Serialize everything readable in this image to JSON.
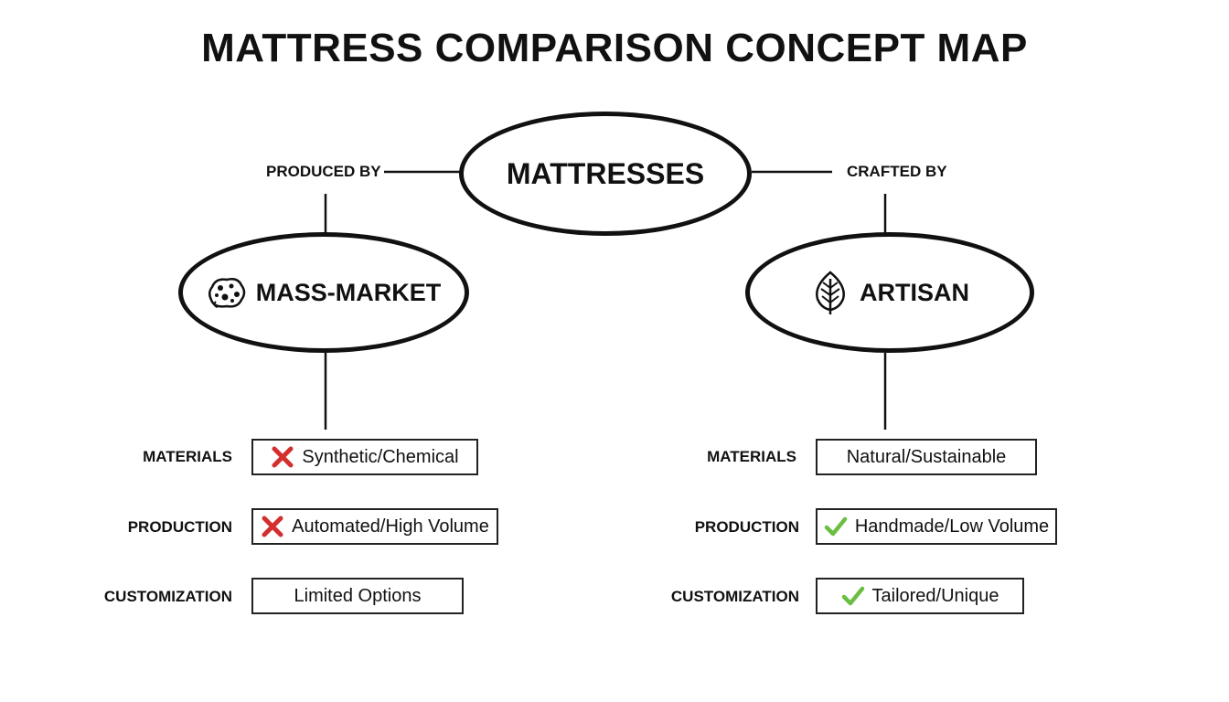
{
  "title": "MATTRESS COMPARISON CONCEPT MAP",
  "root": {
    "label": "MATTRESSES"
  },
  "left": {
    "edge_label": "PRODUCED BY",
    "node": {
      "label": "MASS-MARKET",
      "icon": "sponge-icon"
    },
    "rows": [
      {
        "label": "MATERIALS",
        "value": "Synthetic/Chemical",
        "mark": "x-icon"
      },
      {
        "label": "PRODUCTION",
        "value": "Automated/High Volume",
        "mark": "x-icon"
      },
      {
        "label": "CUSTOMIZATION",
        "value": "Limited Options",
        "mark": "none"
      }
    ]
  },
  "right": {
    "edge_label": "CRAFTED BY",
    "node": {
      "label": "ARTISAN",
      "icon": "leaf-icon"
    },
    "rows": [
      {
        "label": "MATERIALS",
        "value": "Natural/Sustainable",
        "mark": "none"
      },
      {
        "label": "PRODUCTION",
        "value": "Handmade/Low Volume",
        "mark": "check-icon"
      },
      {
        "label": "CUSTOMIZATION",
        "value": "Tailored/Unique",
        "mark": "check-icon"
      }
    ]
  },
  "colors": {
    "x_mark": "#d32f2f",
    "check_mark": "#6abf40",
    "ink": "#111111"
  }
}
